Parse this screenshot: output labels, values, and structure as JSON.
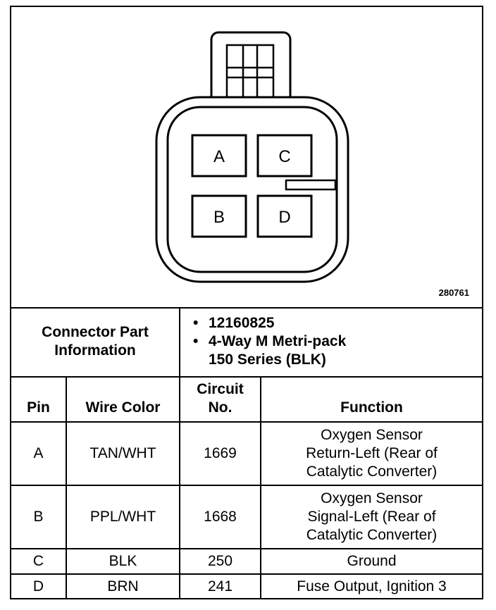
{
  "figure_id": "280761",
  "connector": {
    "pins": [
      "A",
      "C",
      "B",
      "D"
    ]
  },
  "part_info": {
    "label_line1": "Connector Part",
    "label_line2": "Information",
    "part_number": "12160825",
    "description_line1": "4-Way M Metri-pack",
    "description_line2": "150 Series (BLK)",
    "bullet": "•"
  },
  "table": {
    "headers": {
      "pin": "Pin",
      "wire_color": "Wire Color",
      "circuit_line1": "Circuit",
      "circuit_line2": "No.",
      "function": "Function"
    },
    "rows": [
      {
        "pin": "A",
        "wire_color": "TAN/WHT",
        "circuit": "1669",
        "function": [
          "Oxygen Sensor",
          "Return-Left (Rear of",
          "Catalytic Converter)"
        ]
      },
      {
        "pin": "B",
        "wire_color": "PPL/WHT",
        "circuit": "1668",
        "function": [
          "Oxygen Sensor",
          "Signal-Left (Rear of",
          "Catalytic Converter)"
        ]
      },
      {
        "pin": "C",
        "wire_color": "BLK",
        "circuit": "250",
        "function": [
          "Ground"
        ]
      },
      {
        "pin": "D",
        "wire_color": "BRN",
        "circuit": "241",
        "function": [
          "Fuse Output, Ignition 3"
        ]
      }
    ]
  }
}
